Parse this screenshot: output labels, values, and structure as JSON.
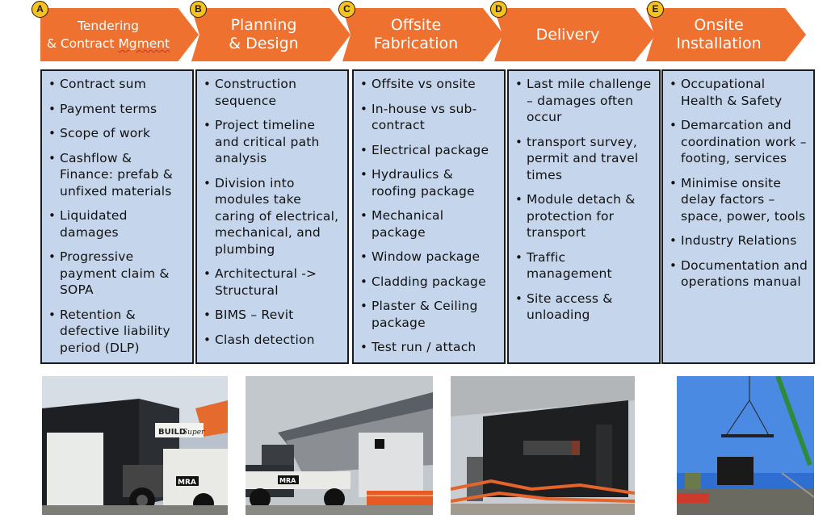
{
  "stages": [
    {
      "letter": "A",
      "title_line1": "Tendering",
      "title_line2_pre": "& Contract ",
      "title_line2_err": "Mgment",
      "items": [
        "Contract sum",
        "Payment terms",
        "Scope of work",
        "Cashflow & Finance: prefab & unfixed materials",
        "Liquidated damages",
        "Progressive payment claim & SOPA",
        "Retention & defective liability period (DLP)"
      ]
    },
    {
      "letter": "B",
      "title_line1": "Planning",
      "title_line2": "& Design",
      "items": [
        "Construction sequence",
        "Project timeline and critical path analysis",
        "Division into modules take caring of electrical, mechanical, and plumbing",
        "Architectural -> Structural",
        "BIMS – Revit",
        "Clash detection"
      ]
    },
    {
      "letter": "C",
      "title_line1": "Offsite",
      "title_line2": "Fabrication",
      "items": [
        "Offsite vs onsite",
        "In-house vs sub-contract",
        "Electrical package",
        "Hydraulics & roofing package",
        "Mechanical package",
        "Window package",
        "Cladding package",
        "Plaster & Ceiling package",
        "Test run / attach"
      ]
    },
    {
      "letter": "D",
      "title_line1": "Delivery",
      "title_line2": "",
      "items": [
        "Last mile challenge – damages often occur",
        "transport survey, permit and travel times",
        "Module detach & protection for transport",
        "Traffic management",
        "Site access & unloading"
      ]
    },
    {
      "letter": "E",
      "title_line1": "Onsite",
      "title_line2": "Installation",
      "items": [
        "Occupational Health & Safety",
        "Demarcation and coordination work – footing, services",
        "Minimise onsite delay factors – space, power, tools",
        "Industry Relations",
        "Documentation and operations manual"
      ]
    }
  ],
  "photos": {
    "crane_truck_sign_1": "BUILD",
    "crane_truck_sign_2": "Super",
    "crane_boom_brand_1": "MRA",
    "crane_boom_brand_2": "MRA"
  },
  "colors": {
    "chevron": "#ee7130",
    "box_fill": "#c5d6ec",
    "badge": "#f7c21c"
  }
}
